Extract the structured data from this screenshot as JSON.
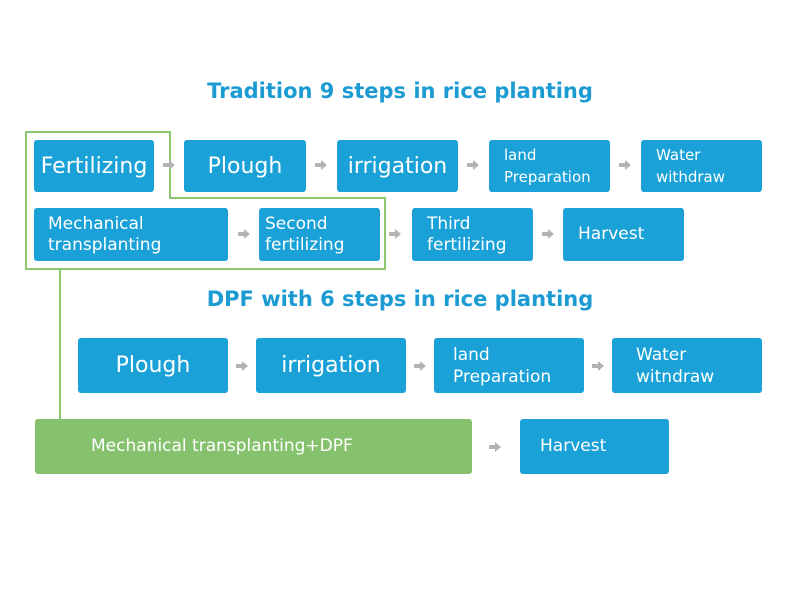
{
  "traditional": {
    "title": "Tradition 9 steps in rice planting",
    "steps": [
      "Fertilizing",
      "Plough",
      "irrigation",
      "land\nPreparation",
      "Water\nwithdraw",
      "Mechanical\ntransplanting",
      "Second\nfertilizing",
      "Third\nfertilizing",
      "Harvest"
    ]
  },
  "dpf": {
    "title": "DPF with 6 steps in rice planting",
    "steps": [
      "Plough",
      "irrigation",
      "land\nPreparation",
      "Water\nwitndraw",
      "Mechanical transplanting+DPF",
      "Harvest"
    ]
  },
  "colors": {
    "title": "#1c9bd3",
    "box": "#1aa1d7",
    "combined_box": "#86c26d",
    "bracket": "#8cc86e",
    "arrow": "#b3b3b3"
  }
}
